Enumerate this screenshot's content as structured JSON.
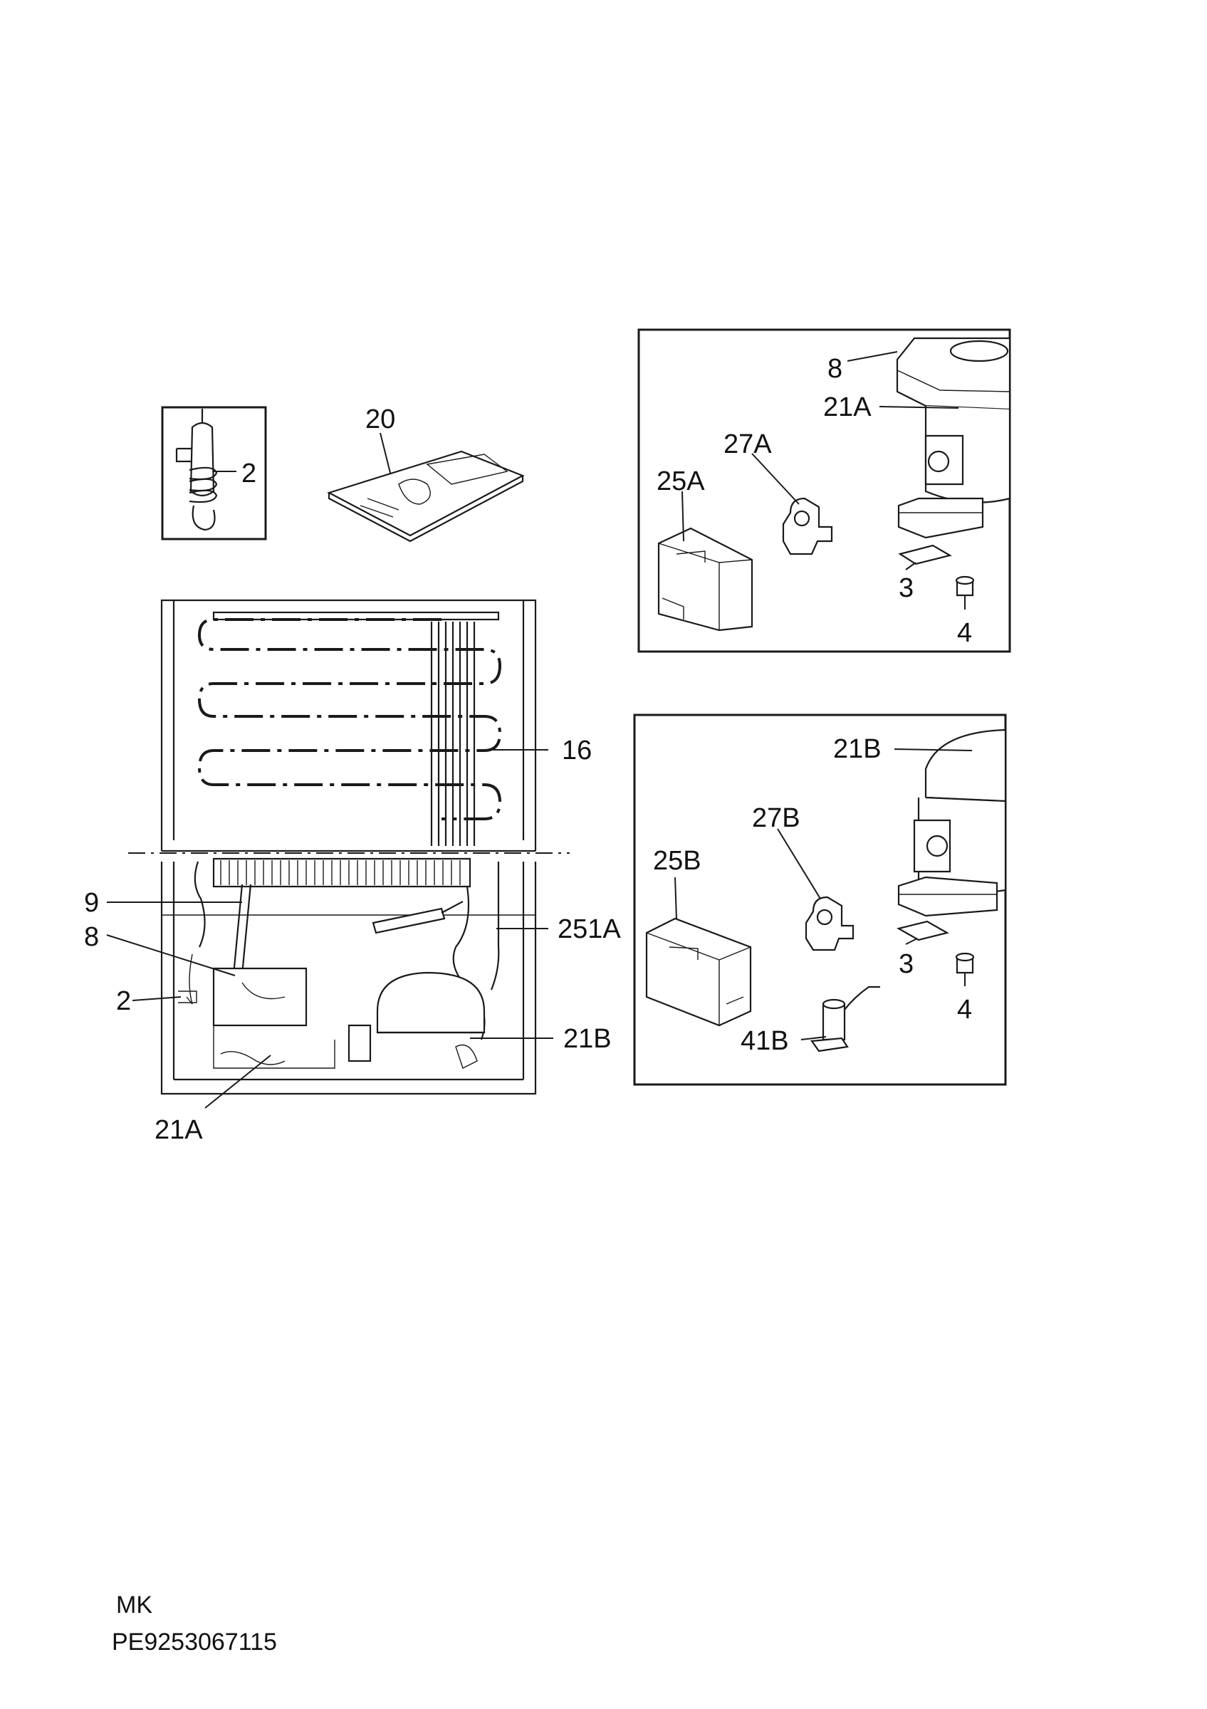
{
  "footer": {
    "market_code": "MK",
    "doc_number": "PE9253067115"
  },
  "callouts": {
    "thermostat_inset": [
      "2"
    ],
    "manual": [
      "20"
    ],
    "main_view": [
      "16",
      "9",
      "8",
      "251A",
      "2",
      "21B",
      "21A"
    ],
    "kit_a": [
      "8",
      "21A",
      "27A",
      "25A",
      "3",
      "4"
    ],
    "kit_b": [
      "21B",
      "27B",
      "25B",
      "3",
      "41B",
      "4"
    ]
  }
}
